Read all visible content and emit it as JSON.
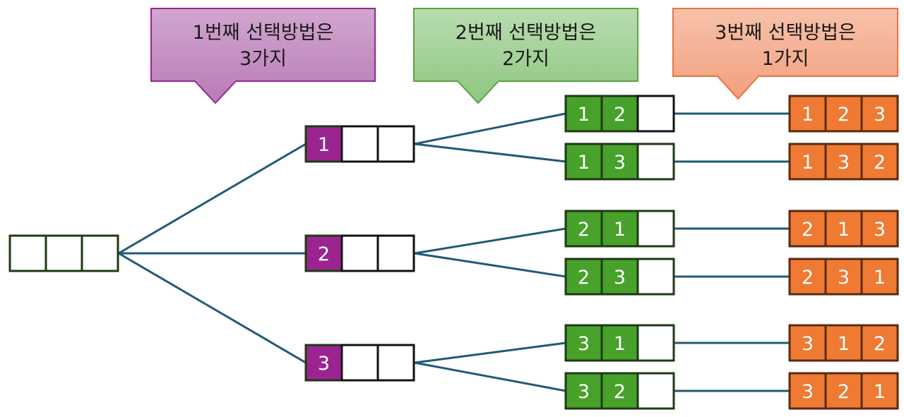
{
  "callouts": [
    {
      "line1": "1번째 선택방법은",
      "line2": "3가지",
      "fill_top": "#d2a6d0",
      "fill_bottom": "#b97bb6",
      "stroke": "#8e2a8e"
    },
    {
      "line1": "2번째 선택방법은",
      "line2": "2가지",
      "fill_top": "#b8ddb0",
      "fill_bottom": "#8fc680",
      "stroke": "#5aa43f"
    },
    {
      "line1": "3번째 선택방법은",
      "line2": "1가지",
      "fill_top": "#f7c2aa",
      "fill_bottom": "#f29f7e",
      "stroke": "#e8743c"
    }
  ],
  "colors": {
    "line": "#1f5a78",
    "box_border": "#1e3a14",
    "empty_fill": "#ffffff",
    "level1_fill": "#9c2491",
    "level2_fill": "#47a12a",
    "level3_fill": "#ee7a33",
    "level3_border": "#5a2a10",
    "digit": "#ffffff"
  },
  "root": [
    "",
    "",
    ""
  ],
  "level1": [
    [
      "1",
      "",
      ""
    ],
    [
      "2",
      "",
      ""
    ],
    [
      "3",
      "",
      ""
    ]
  ],
  "level2": [
    [
      "1",
      "2",
      ""
    ],
    [
      "1",
      "3",
      ""
    ],
    [
      "2",
      "1",
      ""
    ],
    [
      "2",
      "3",
      ""
    ],
    [
      "3",
      "1",
      ""
    ],
    [
      "3",
      "2",
      ""
    ]
  ],
  "level3": [
    [
      "1",
      "2",
      "3"
    ],
    [
      "1",
      "3",
      "2"
    ],
    [
      "2",
      "1",
      "3"
    ],
    [
      "2",
      "3",
      "1"
    ],
    [
      "3",
      "1",
      "2"
    ],
    [
      "3",
      "2",
      "1"
    ]
  ]
}
